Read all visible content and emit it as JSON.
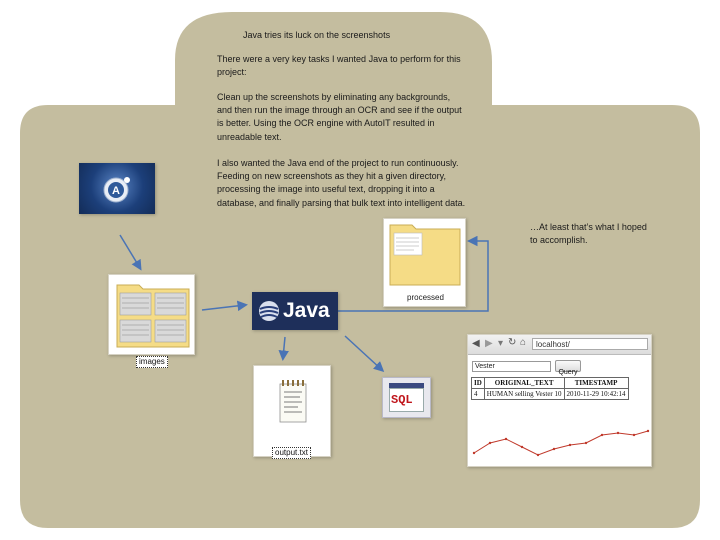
{
  "title": "Java tries its luck on the screenshots",
  "intro": "There were a very key tasks I wanted Java to perform for this project:",
  "task_cleanup": "Clean up the screenshots by eliminating any backgrounds, and then run the image through an OCR and see if the output is better. Using the OCR engine with AutoIT resulted in unreadable text.",
  "task_continuous": "I also wanted the Java end of the project to run continuously.  Feeding on new screenshots as they hit a given directory, processing the image into useful text, dropping it into a database, and finally parsing that bulk text into intelligent data.",
  "side_note": "…At least that’s what I hoped to accomplish.",
  "labels": {
    "images_folder": "images",
    "processed_folder": "processed",
    "output_file": "output.txt",
    "java_logo": "Java",
    "sql_icon": "SQL"
  },
  "browser": {
    "address": "localhost/",
    "search_value": "Vester",
    "query_button": "Query",
    "columns": [
      "ID",
      "ORIGINAL_TEXT",
      "TIMESTAMP"
    ],
    "row": [
      "4",
      "HUMAN selling Vester 10",
      "2010-11-29 10:42:14"
    ]
  },
  "colors": {
    "background": "#c4bd9f",
    "arrow": "#4a74b5",
    "java_logo_bg": "#1e2f5a",
    "folder": "#f5dc86",
    "sql_red": "#c0151b"
  }
}
